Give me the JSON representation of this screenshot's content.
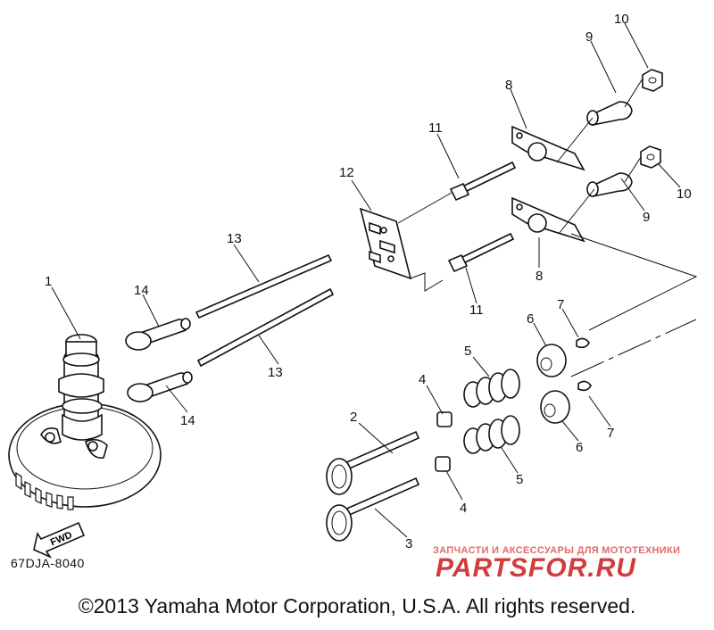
{
  "diagram_ref": "67DJA-8040",
  "copyright": "©2013 Yamaha Motor Corporation, U.S.A. All rights reserved.",
  "watermark": {
    "tagline": "ЗАПЧАСТИ И АКСЕССУАРЫ ДЛЯ МОТОТЕХНИКИ",
    "brand": "PARTSFOR.RU"
  },
  "fwd_label": "FWD",
  "callouts": {
    "c1": "1",
    "c2": "2",
    "c3": "3",
    "c4a": "4",
    "c4b": "4",
    "c5a": "5",
    "c5b": "5",
    "c6a": "6",
    "c6b": "6",
    "c7a": "7",
    "c7b": "7",
    "c8a": "8",
    "c8b": "8",
    "c9a": "9",
    "c9b": "9",
    "c10a": "10",
    "c10b": "10",
    "c11a": "11",
    "c11b": "11",
    "c12": "12",
    "c13a": "13",
    "c13b": "13",
    "c14a": "14",
    "c14b": "14"
  },
  "colors": {
    "line": "#111111",
    "watermark": "#d23c3c"
  }
}
